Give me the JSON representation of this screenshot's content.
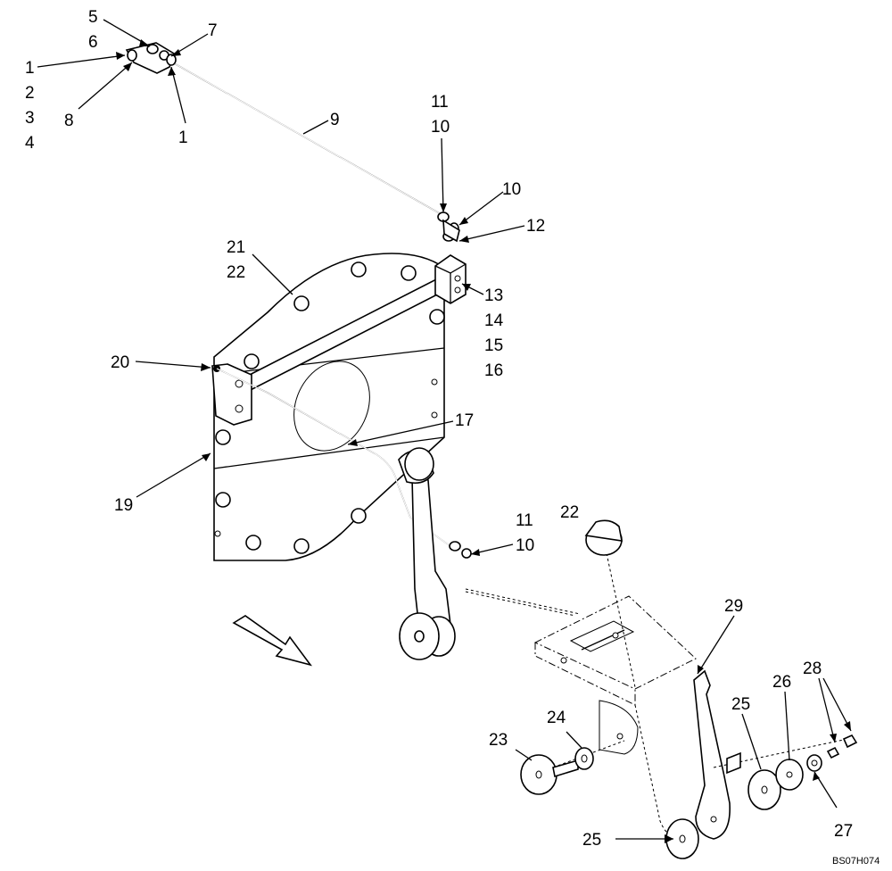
{
  "figure_code": "BS07H074",
  "callouts": {
    "c1a": "1",
    "c2": "2",
    "c3": "3",
    "c4": "4",
    "c5": "5",
    "c6": "6",
    "c7": "7",
    "c8": "8",
    "c1b": "1",
    "c9": "9",
    "c11a": "11",
    "c10a": "10",
    "c10b": "10",
    "c12": "12",
    "c13": "13",
    "c14": "14",
    "c15": "15",
    "c16": "16",
    "c21": "21",
    "c22a": "22",
    "c20": "20",
    "c17": "17",
    "c19": "19",
    "c11b": "11",
    "c10c": "10",
    "c22b": "22",
    "c29": "29",
    "c28": "28",
    "c26": "26",
    "c25a": "25",
    "c24": "24",
    "c23": "23",
    "c27": "27",
    "c25b": "25"
  }
}
